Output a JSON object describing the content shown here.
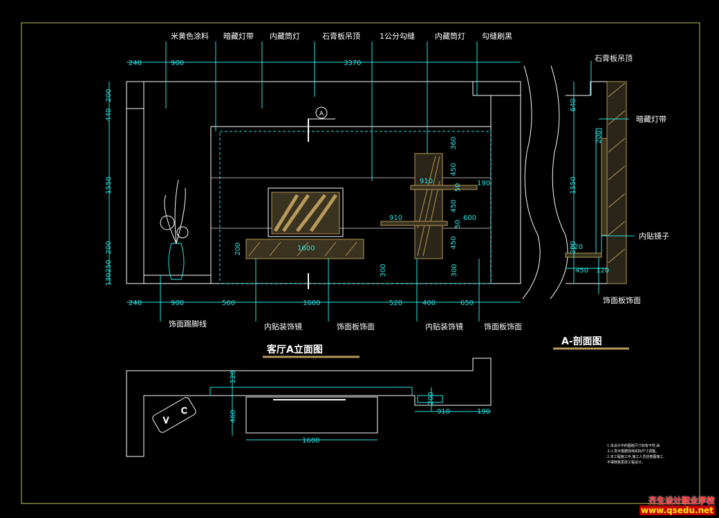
{
  "titles": {
    "elevation": "客厅A立面图",
    "section": "A-剖面图"
  },
  "top_labels": [
    "米黄色涂料",
    "暗藏灯带",
    "内藏筒灯",
    "石膏板吊顶",
    "1公分勾缝",
    "内藏筒灯",
    "勾缝刷黑"
  ],
  "bottom_labels": [
    "饰面踢脚线",
    "内贴装饰镜",
    "饰面板饰面",
    "内贴装饰镜",
    "饰面板饰面"
  ],
  "section_labels": [
    "石膏板吊顶",
    "暗藏灯带",
    "内贴镜子",
    "饰面板饰面"
  ],
  "dims": {
    "top_row": [
      "240",
      "900",
      "3370"
    ],
    "left_col": [
      "200",
      "440",
      "1550",
      "200",
      "250",
      "130"
    ],
    "bottom_row": [
      "240",
      "900",
      "500",
      "1600",
      "520",
      "400",
      "650"
    ],
    "center": [
      "1600",
      "200",
      "300",
      "910",
      "910",
      "300",
      "600"
    ],
    "cabinet": [
      "360",
      "450",
      "50",
      "450",
      "50",
      "450",
      "190"
    ],
    "section_col": [
      "640",
      "1550",
      "200"
    ],
    "section_bottom": [
      "450",
      "120"
    ],
    "section_small": [
      "120",
      "200"
    ],
    "plan": [
      "120",
      "460",
      "1600",
      "200",
      "910",
      "190"
    ]
  },
  "marker": "A",
  "plan_marker": [
    "V",
    "C"
  ],
  "notes": [
    "1.本设计中的图纸尺寸如有不符,由",
    "工人员可根据现场实际尺寸调整。",
    "2.本工程施工中,施工人员应按图施工,",
    "不得随意更改工程设计。"
  ],
  "watermark": {
    "line1": "齐生设计职业学校",
    "line2": "www.qsedu.net"
  },
  "colors": {
    "background": "#000000",
    "line": "#ffffff",
    "dimension": "#27e8e8",
    "hatch": "#b89a5a",
    "frame": "#c8c060"
  }
}
